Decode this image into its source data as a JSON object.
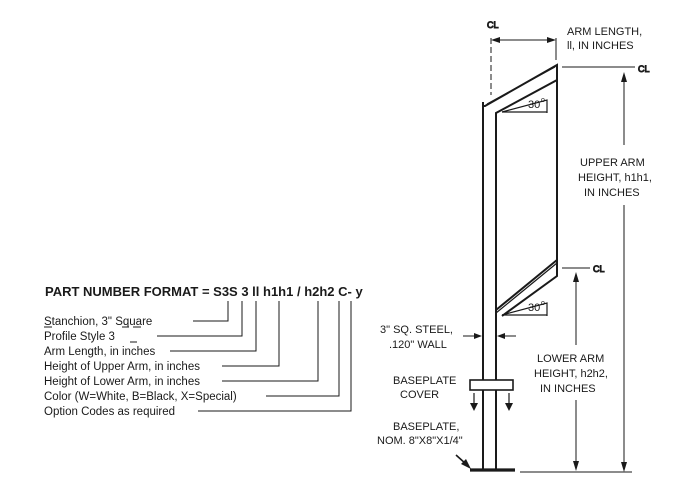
{
  "part_number": {
    "format_prefix": "PART NUMBER FORMAT = S3S 3 ll h1h1 / h2h2 C- y",
    "legend": [
      "Stanchion, 3\" Square",
      "Profile Style 3",
      "Arm Length, in inches",
      "Height of Upper Arm, in inches",
      "Height of Lower Arm, in inches",
      "Color (W=White, B=Black, X=Special)",
      "Option Codes as required"
    ]
  },
  "dimensions": {
    "arm_length": [
      "ARM LENGTH,",
      "ll, IN INCHES"
    ],
    "upper_arm": [
      "UPPER ARM",
      "HEIGHT, h1h1,",
      "IN INCHES"
    ],
    "lower_arm": [
      "LOWER ARM",
      "HEIGHT, h2h2,",
      "IN INCHES"
    ],
    "steel": [
      "3\" SQ. STEEL,",
      ".120\" WALL"
    ],
    "baseplate_cover": [
      "BASEPLATE",
      "COVER"
    ],
    "baseplate": [
      "BASEPLATE,",
      "NOM. 8\"X8\"X1/4\""
    ],
    "angle_upper": "30",
    "angle_lower": "30",
    "angle_unit": "o",
    "centerline_symbol": "CL"
  }
}
